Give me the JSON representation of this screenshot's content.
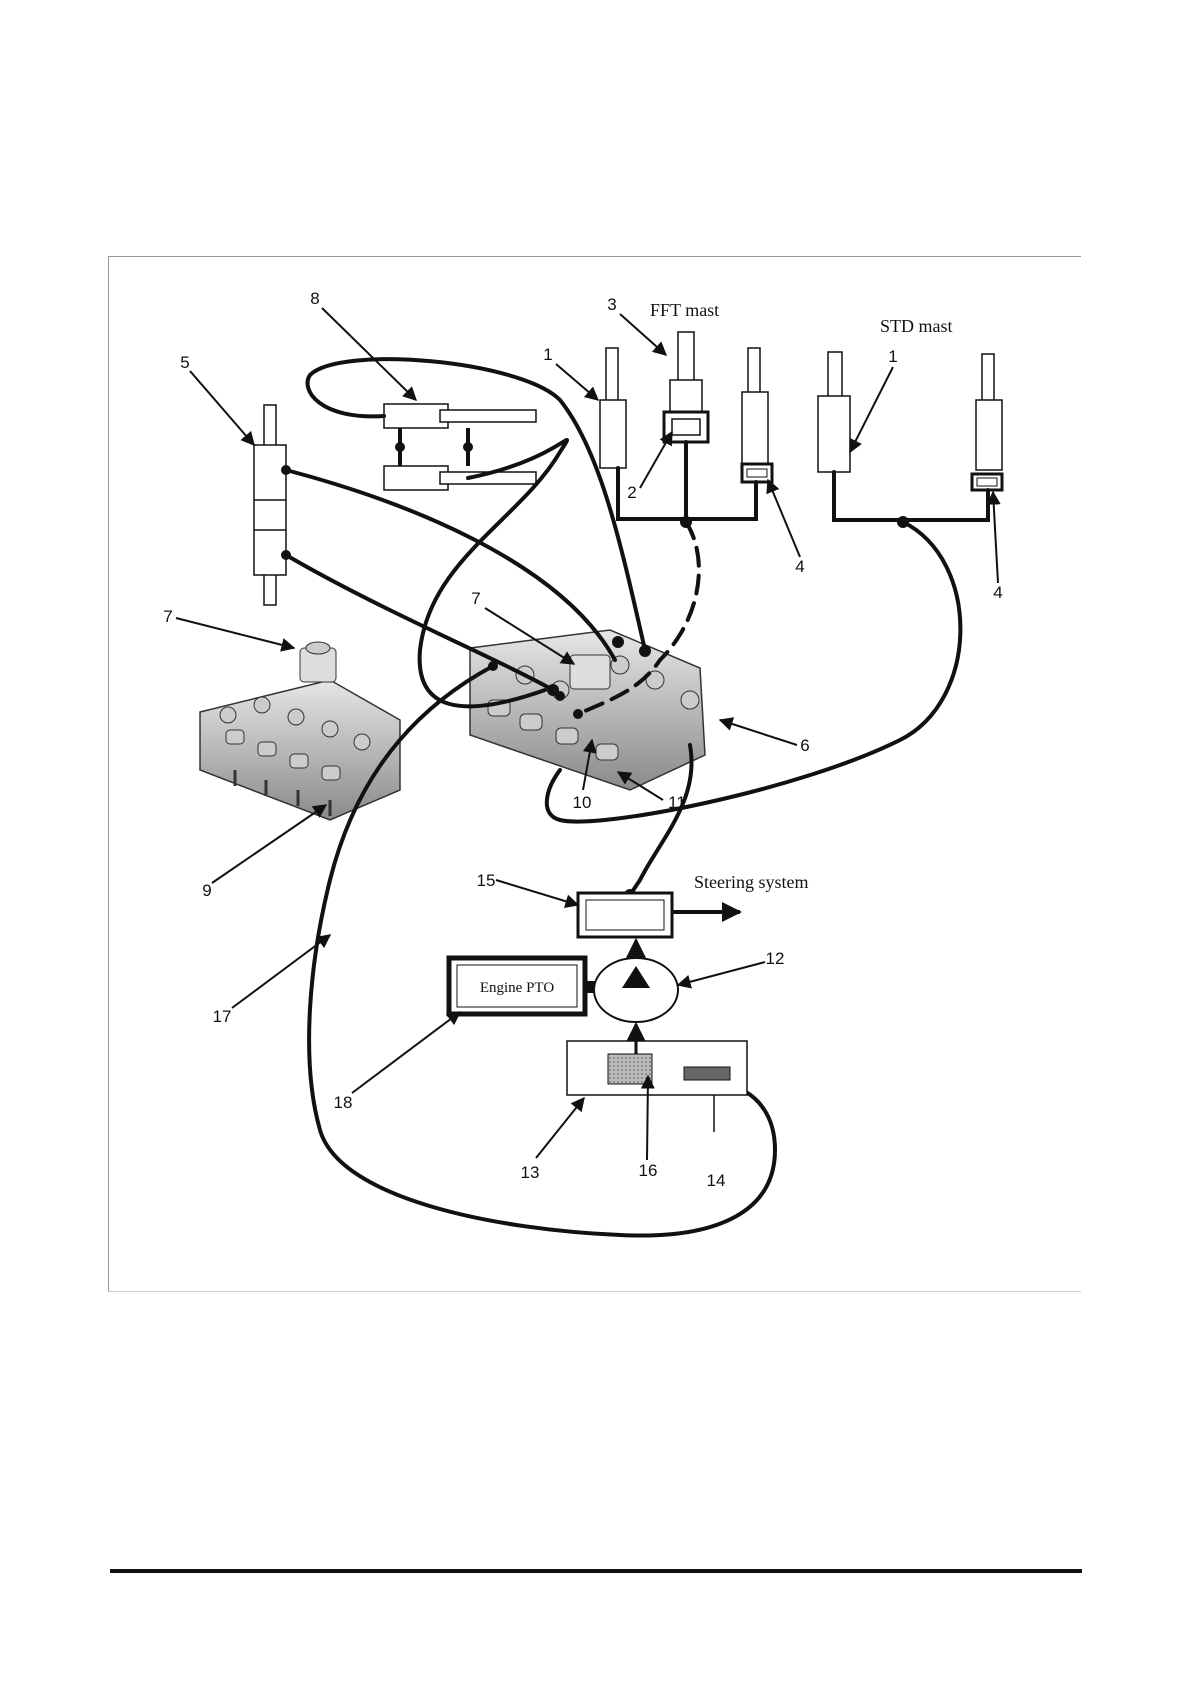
{
  "diagram": {
    "labels": {
      "fft_mast": "FFT mast",
      "std_mast": "STD mast",
      "steering_system": "Steering system",
      "engine_pto": "Engine PTO"
    },
    "callouts": {
      "c1a": "1",
      "c1b": "1",
      "c2": "2",
      "c3": "3",
      "c4a": "4",
      "c4b": "4",
      "c5": "5",
      "c6": "6",
      "c7a": "7",
      "c7b": "7",
      "c8": "8",
      "c9": "9",
      "c10": "10",
      "c11": "11",
      "c12": "12",
      "c13": "13",
      "c14": "14",
      "c15": "15",
      "c16": "16",
      "c17": "17",
      "c18": "18"
    }
  }
}
